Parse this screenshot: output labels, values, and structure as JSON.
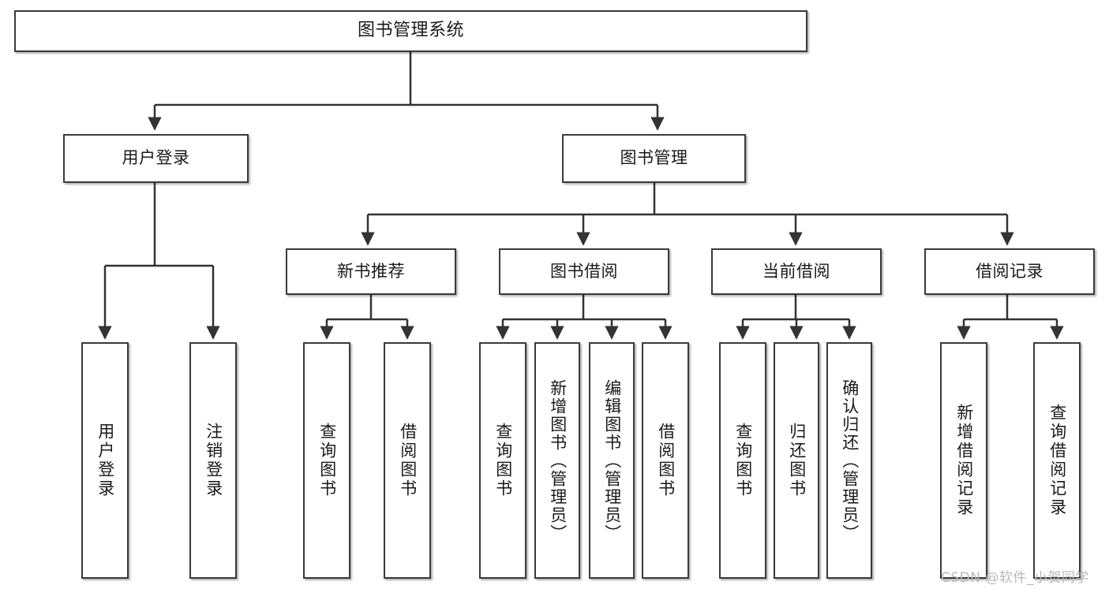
{
  "diagram": {
    "title": "图书管理系统",
    "type": "tree",
    "watermark": "CSDN @软件_小贺同学",
    "colors": {
      "box_border": "#3a3a3a",
      "box_fill": "#ffffff",
      "connector": "#333333",
      "text": "#1a1a1a",
      "watermark": "#b9b9b9",
      "background": "#ffffff"
    },
    "nodes": {
      "root": {
        "id": "root",
        "label": "图书管理系统",
        "level": 1,
        "orientation": "horizontal"
      },
      "user_login": {
        "id": "user_login",
        "label": "用户登录",
        "level": 2,
        "orientation": "horizontal"
      },
      "book_manage": {
        "id": "book_manage",
        "label": "图书管理",
        "level": 2,
        "orientation": "horizontal"
      },
      "new_book_rec": {
        "id": "new_book_rec",
        "label": "新书推荐",
        "level": 3,
        "orientation": "horizontal"
      },
      "book_borrow": {
        "id": "book_borrow",
        "label": "图书借阅",
        "level": 3,
        "orientation": "horizontal"
      },
      "current_borrow": {
        "id": "current_borrow",
        "label": "当前借阅",
        "level": 3,
        "orientation": "horizontal"
      },
      "borrow_record": {
        "id": "borrow_record",
        "label": "借阅记录",
        "level": 3,
        "orientation": "horizontal"
      },
      "leaf_user_login": {
        "id": "leaf_user_login",
        "label": "用户登录",
        "level": 4,
        "orientation": "vertical"
      },
      "leaf_logout": {
        "id": "leaf_logout",
        "label": "注销登录",
        "level": 4,
        "orientation": "vertical"
      },
      "leaf_query_book_a": {
        "id": "leaf_query_book_a",
        "label": "查询图书",
        "level": 4,
        "orientation": "vertical"
      },
      "leaf_borrow_book_a": {
        "id": "leaf_borrow_book_a",
        "label": "借阅图书",
        "level": 4,
        "orientation": "vertical"
      },
      "leaf_query_book_b": {
        "id": "leaf_query_book_b",
        "label": "查询图书",
        "level": 4,
        "orientation": "vertical"
      },
      "leaf_add_book": {
        "id": "leaf_add_book",
        "label": "新增图书（管理员）",
        "level": 4,
        "orientation": "vertical"
      },
      "leaf_edit_book": {
        "id": "leaf_edit_book",
        "label": "编辑图书（管理员）",
        "level": 4,
        "orientation": "vertical"
      },
      "leaf_borrow_book_b": {
        "id": "leaf_borrow_book_b",
        "label": "借阅图书",
        "level": 4,
        "orientation": "vertical"
      },
      "leaf_query_book_c": {
        "id": "leaf_query_book_c",
        "label": "查询图书",
        "level": 4,
        "orientation": "vertical"
      },
      "leaf_return_book": {
        "id": "leaf_return_book",
        "label": "归还图书",
        "level": 4,
        "orientation": "vertical"
      },
      "leaf_confirm_return": {
        "id": "leaf_confirm_return",
        "label": "确认归还（管理员）",
        "level": 4,
        "orientation": "vertical"
      },
      "leaf_add_record": {
        "id": "leaf_add_record",
        "label": "新增借阅记录",
        "level": 4,
        "orientation": "vertical"
      },
      "leaf_query_record": {
        "id": "leaf_query_record",
        "label": "查询借阅记录",
        "level": 4,
        "orientation": "vertical"
      }
    },
    "edges": [
      {
        "from": "root",
        "to": "user_login"
      },
      {
        "from": "root",
        "to": "book_manage"
      },
      {
        "from": "user_login",
        "to": "leaf_user_login"
      },
      {
        "from": "user_login",
        "to": "leaf_logout"
      },
      {
        "from": "book_manage",
        "to": "new_book_rec"
      },
      {
        "from": "book_manage",
        "to": "book_borrow"
      },
      {
        "from": "book_manage",
        "to": "current_borrow"
      },
      {
        "from": "book_manage",
        "to": "borrow_record"
      },
      {
        "from": "new_book_rec",
        "to": "leaf_query_book_a"
      },
      {
        "from": "new_book_rec",
        "to": "leaf_borrow_book_a"
      },
      {
        "from": "book_borrow",
        "to": "leaf_query_book_b"
      },
      {
        "from": "book_borrow",
        "to": "leaf_add_book"
      },
      {
        "from": "book_borrow",
        "to": "leaf_edit_book"
      },
      {
        "from": "book_borrow",
        "to": "leaf_borrow_book_b"
      },
      {
        "from": "current_borrow",
        "to": "leaf_query_book_c"
      },
      {
        "from": "current_borrow",
        "to": "leaf_return_book"
      },
      {
        "from": "current_borrow",
        "to": "leaf_confirm_return"
      },
      {
        "from": "borrow_record",
        "to": "leaf_add_record"
      },
      {
        "from": "borrow_record",
        "to": "leaf_query_record"
      }
    ]
  }
}
